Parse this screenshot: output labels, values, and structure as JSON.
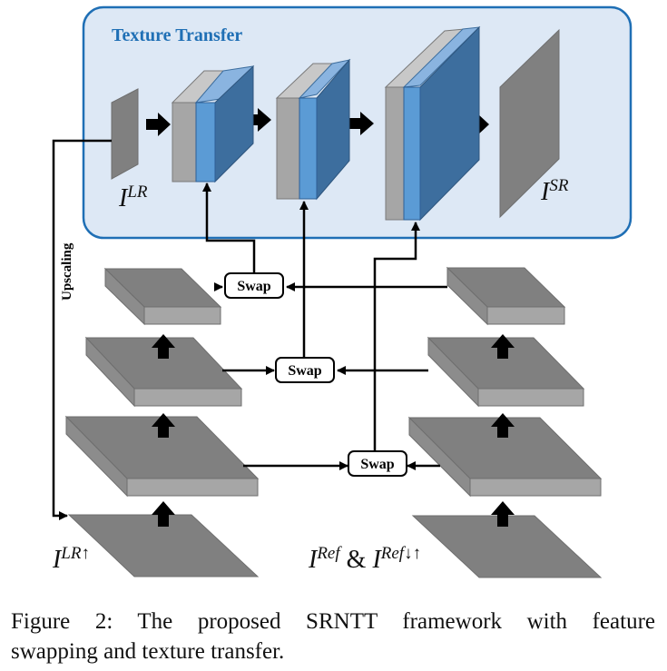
{
  "diagram": {
    "panel_title": "Texture Transfer",
    "swap_label": "Swap",
    "upscaling_label": "Upscaling",
    "labels": {
      "i_lr": {
        "base": "I",
        "sup": "LR"
      },
      "i_sr": {
        "base": "I",
        "sup": "SR"
      },
      "i_lr_up": {
        "base": "I",
        "sup": "LR↑"
      },
      "i_ref": {
        "base": "I",
        "sup": "Ref",
        "amp": " & ",
        "base2": "I",
        "sup2": "Ref↓↑"
      }
    },
    "colors": {
      "panel_fill": "#dde8f5",
      "panel_border": "#1f6fb5",
      "title": "#1f6fb5",
      "feature_blue": "#5b9bd5",
      "feature_blue_dark": "#3d6e9e",
      "feature_gray": "#a6a6a6",
      "slab_top": "#808080",
      "slab_side": "#a6a6a6"
    }
  },
  "caption": {
    "line1": "Figure 2:  The proposed SRNTT framework with feature",
    "line2": "swapping and texture transfer."
  }
}
